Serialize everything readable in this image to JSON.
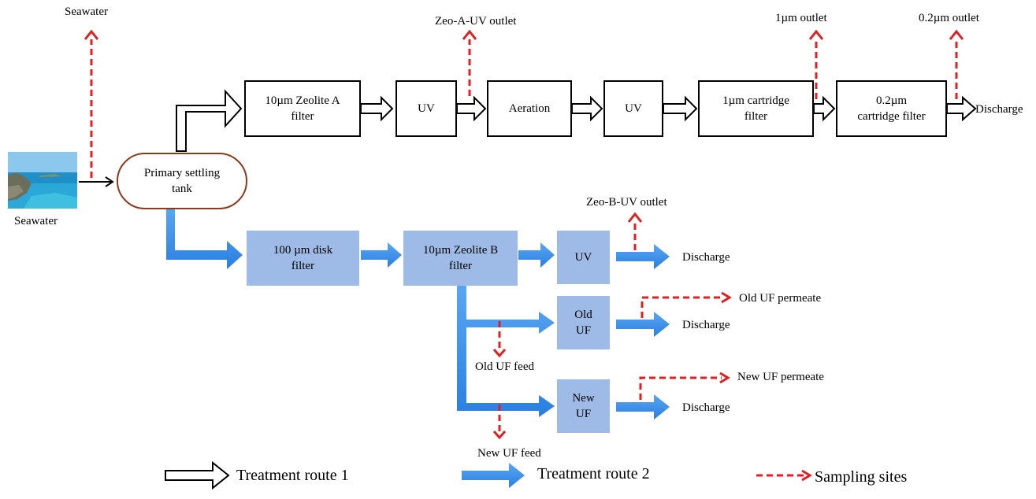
{
  "source": {
    "photo_label": "Seawater",
    "sampling_label": "Seawater"
  },
  "tank": {
    "label": "Primary settling\ntank"
  },
  "route1": {
    "boxes": {
      "zeolite_a": "10µm Zeolite A\nfilter",
      "uv1": "UV",
      "aeration": "Aeration",
      "uv2": "UV",
      "cartridge_1um": "1µm cartridge\nfilter",
      "cartridge_02um": "0.2µm\ncartridge  filter"
    },
    "discharge": "Discharge",
    "sampling": {
      "zeo_a_uv": "Zeo-A-UV  outlet",
      "outlet_1um": "1µm outlet",
      "outlet_02um": "0.2µm outlet"
    }
  },
  "route2": {
    "boxes": {
      "disk": "100 µm disk\nfilter",
      "zeolite_b": "10µm Zeolite B\nfilter",
      "uv": "UV",
      "old_uf": "Old\nUF",
      "new_uf": "New\nUF"
    },
    "discharge_uv": "Discharge",
    "discharge_old": "Discharge",
    "discharge_new": "Discharge",
    "sampling": {
      "zeo_b_uv": "Zeo-B-UV  outlet",
      "old_uf_permeate": "Old UF permeate",
      "new_uf_permeate": "New UF permeate",
      "old_uf_feed": "Old UF feed",
      "new_uf_feed": "New UF feed"
    }
  },
  "legend": {
    "route1": "Treatment route 1",
    "route2": "Treatment route 2",
    "sampling": "Sampling sites"
  },
  "colors": {
    "route2_blue": "#3a8ee6",
    "box_blue": "#9dbbe6",
    "sampling_red": "#e02020",
    "tank_border": "#8b3a1e"
  }
}
